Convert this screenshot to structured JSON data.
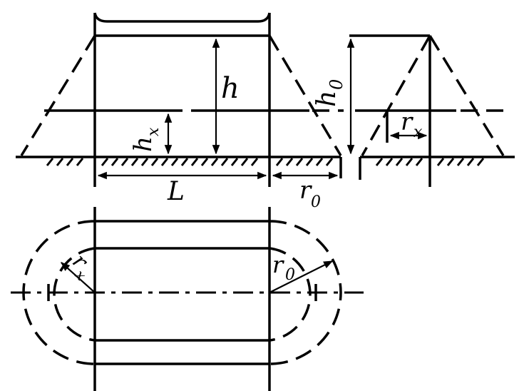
{
  "labels": {
    "h": "h",
    "h0_main": "h",
    "h0_sub": "0",
    "hx_main": "h",
    "hx_sub": "x",
    "L": "L",
    "r0_main": "r",
    "r0_sub": "0",
    "rx_main": "r",
    "rx_sub": "x",
    "plan_rx_main": "r",
    "plan_rx_sub": "x",
    "plan_r0_main": "r",
    "plan_r0_sub": "0"
  }
}
